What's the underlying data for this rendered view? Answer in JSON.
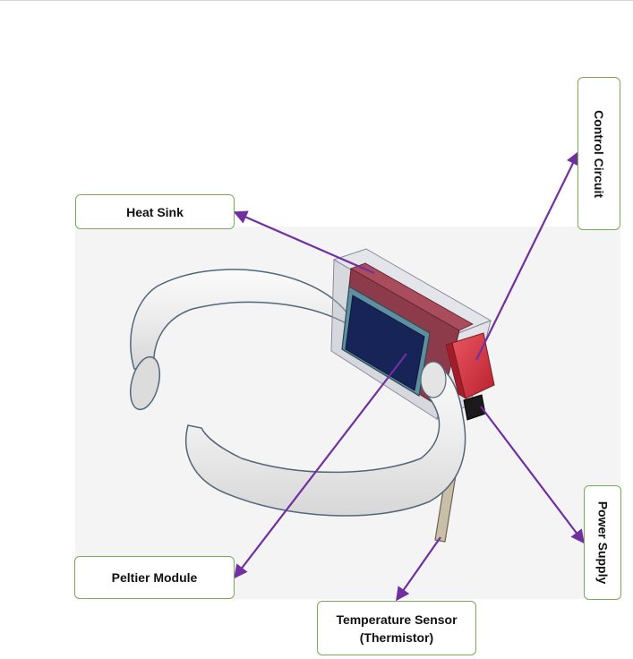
{
  "labels": {
    "heat_sink": "Heat Sink",
    "control_circuit": "Control Circuit",
    "peltier_module": "Peltier Module",
    "power_supply": "Power Supply",
    "temperature_sensor": "Temperature Sensor\n(Thermistor)"
  },
  "colors": {
    "arrow": "#7030a0",
    "box_border": "#79ab59",
    "photo_background": "#f4f4f4",
    "band": "#f0f0f0",
    "band_outline": "#53677a",
    "heat_sink": "#8d3b4a",
    "peltier": "#172457",
    "enclosure": "#b4b4c4",
    "control_circuit": "#d8333f",
    "power_supply": "#1a1a1a",
    "sensor_probe": "#c9bfa9"
  }
}
